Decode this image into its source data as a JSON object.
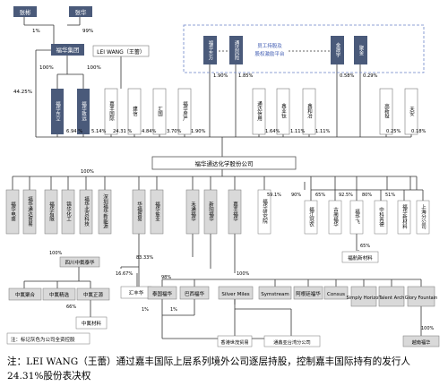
{
  "colors": {
    "dark": "#4a5a7a",
    "gray": "#d9d9d9",
    "outline": "#777777",
    "line": "#333333",
    "dash": "#6b84c9",
    "text_blue": "#3a57b0"
  },
  "top": {
    "zhang_bin": "张彬",
    "zhang_hua": "张华"
  },
  "group": "福华集团",
  "lei_wang": "LEI WANG（王蕾）",
  "vertical_names": {
    "fh_dongfang": "福华东方",
    "tongda_fengxian": "通达风险",
    "jinsheng": "金晟宇",
    "jujin": "聚金",
    "gaoxin": "高新投",
    "tianan": "天安",
    "tongda_xinyong": "通达信用",
    "xinye_tr": "鑫业钛",
    "xinhe_ye": "鑫和冶",
    "fh_dongli": "福华东立",
    "fh_zhiyuan": "福华致远",
    "jiafeng": "嘉丰国际",
    "jianxin": "建信",
    "huiguo": "汇国",
    "fh_fangchan": "福华房产"
  },
  "platform": {
    "line1": "员工持股及",
    "line2": "股权激励平台"
  },
  "company": "福华通达化学股份公司",
  "pct": {
    "p1": "1%",
    "p99": "99%",
    "p100_a": "100%",
    "p100_b": "100%",
    "p4425": "44.25%",
    "p694": "6.94 %",
    "p514": "5.14%",
    "p2431": "24.31 %",
    "p484": "4.84%",
    "p370": "3.70%",
    "p190_a": "1.90%",
    "p190_b": "1.90%",
    "p185": "1.85%",
    "p164": "1.64%",
    "p111_a": "1.11%",
    "p111_b": "1.11%",
    "p058": "0.58%",
    "p029": "0.29%",
    "p025": "0.25%",
    "p018": "0.18%",
    "p100_row": "100%",
    "p591": "59.1%",
    "p90": "90%",
    "p65": "65%",
    "p925": "92.5%",
    "p80": "80%",
    "p51": "51%",
    "p65_b": "65%",
    "p8333": "83.33%",
    "p100_c": "100%",
    "p1667": "16.67%",
    "p66": "66%",
    "p98": "98%",
    "p1_a": "1%",
    "p1_b": "1%",
    "p100_d": "100%",
    "p100_e": "100%"
  },
  "row3": [
    "福华电商",
    "福华通达贸易",
    "福华有限",
    "锦华化工",
    "福华北京科技",
    "深圳福华新能源",
    "华福贸易",
    "福华盐业"
  ],
  "mid": [
    "禾通福华",
    "新阳福华",
    "嘉丰福华"
  ],
  "mid_r": "福华研究院",
  "right_row": [
    "福江冠农",
    "古蔺福华",
    "福华飞",
    "中科芮德",
    "福华新材料",
    "上海分公司"
  ],
  "fuhua_xincai": "福航新材料",
  "sichuan": "四川中氟泰华",
  "sc_children": [
    "中氟聚合",
    "中氟精选",
    "中氟正源"
  ],
  "huifeng": "汇丰华",
  "zhongfu_mat": "中氟材料",
  "taiguo": "泰国福华",
  "bahua": "巴西福华",
  "silver": "Silver Miles",
  "silver_children": [
    "Symstream",
    "阿根廷福华",
    "Consus",
    "Simply Horizon",
    "Talent Arch",
    "Glory Fountain"
  ],
  "shengshi": "香港世茂贸易",
  "taiwan": "通鑫亚台湾分公司",
  "yuenan": "越南福华",
  "legend": "注：标记灰色为公司全资控股",
  "footnote": "注：LEI WANG（王蕾）通过嘉丰国际上层系列境外公司逐层持股，控制嘉丰国际持有的发行人 24.31%股份表决权"
}
